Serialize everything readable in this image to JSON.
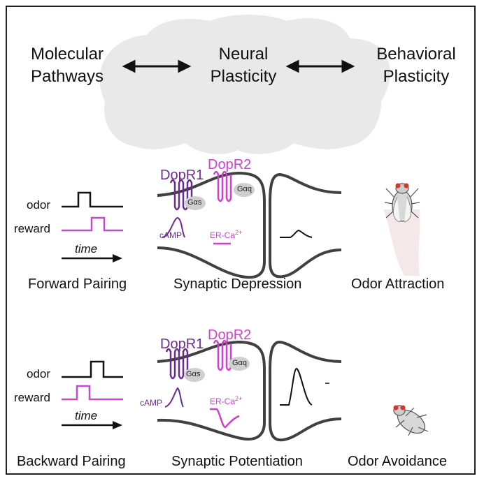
{
  "header": {
    "left_line1": "Molecular",
    "left_line2": "Pathways",
    "mid_line1": "Neural",
    "mid_line2": "Plasticity",
    "right_line1": "Behavioral",
    "right_line2": "Plasticity"
  },
  "forward": {
    "odor_label": "odor",
    "reward_label": "reward",
    "time_label": "time",
    "pairing_caption": "Forward Pairing",
    "receptor1": "DopR1",
    "receptor2": "DopR2",
    "galpha_s": "Gαs",
    "galpha_q": "Gαq",
    "camp": "cAMP",
    "er_ca": "ER-Ca",
    "er_ca_sup": "2+",
    "synapse_caption": "Synaptic Depression",
    "behavior_caption": "Odor Attraction"
  },
  "backward": {
    "odor_label": "odor",
    "reward_label": "reward",
    "time_label": "time",
    "pairing_caption": "Backward Pairing",
    "receptor1": "DopR1",
    "receptor2": "DopR2",
    "galpha_s": "Gαs",
    "galpha_q": "Gαq",
    "camp": "cAMP",
    "er_ca": "ER-Ca",
    "er_ca_sup": "2+",
    "synapse_caption": "Synaptic Potentiation",
    "behavior_caption": "Odor Avoidance"
  },
  "colors": {
    "dopr1": "#6a2c91",
    "dopr2": "#d13fd1",
    "reward": "#c04ccc",
    "membrane": "#404040",
    "brain": "#e8e8e8"
  }
}
